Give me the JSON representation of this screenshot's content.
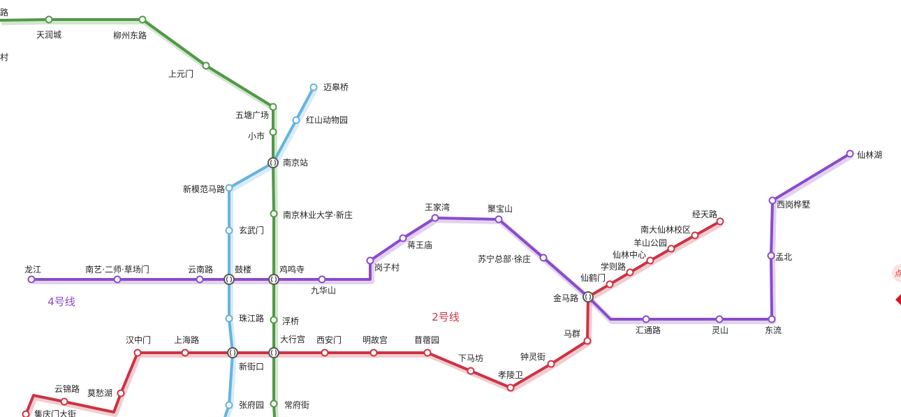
{
  "colors": {
    "line1": "#4f9a45",
    "line2": "#cc3344",
    "line3": "#66b3e0",
    "line4": "#8a4bcc",
    "station_fill": "#ffffff",
    "transfer_stroke": "#555555"
  },
  "line_labels": [
    {
      "id": "line4",
      "text": "4号线",
      "color": "#8a4bcc"
    },
    {
      "id": "line2",
      "text": "2号线",
      "color": "#cc3344"
    }
  ],
  "edge_labels": {
    "left_top": "路",
    "left_village": "村",
    "right_partial": "点"
  },
  "stations": [
    {
      "id": "tianruncheng",
      "name": "天润城"
    },
    {
      "id": "liuzhoudonglu",
      "name": "柳州东路"
    },
    {
      "id": "shangyuanmen",
      "name": "上元门"
    },
    {
      "id": "wutangguangchang",
      "name": "五塘广场"
    },
    {
      "id": "xiaoshi",
      "name": "小市"
    },
    {
      "id": "nanjingzhan",
      "name": "南京站"
    },
    {
      "id": "linyedaxue",
      "name": "南京林业大学·新庄"
    },
    {
      "id": "jimingsi",
      "name": "鸡鸣寺"
    },
    {
      "id": "fuqiao",
      "name": "浮桥"
    },
    {
      "id": "daxinggong",
      "name": "大行宫"
    },
    {
      "id": "changfujie",
      "name": "常府街"
    },
    {
      "id": "maigaoqiao",
      "name": "迈皋桥"
    },
    {
      "id": "hongshan",
      "name": "红山动物园"
    },
    {
      "id": "xinmofan",
      "name": "新模范马路"
    },
    {
      "id": "xuanwumen",
      "name": "玄武门"
    },
    {
      "id": "gulou",
      "name": "鼓楼"
    },
    {
      "id": "zhujianglu",
      "name": "珠江路"
    },
    {
      "id": "xinjiekou",
      "name": "新街口"
    },
    {
      "id": "zhangfuyuan",
      "name": "张府园"
    },
    {
      "id": "longjiang",
      "name": "龙江"
    },
    {
      "id": "nanyi",
      "name": "南艺·二师·草场门"
    },
    {
      "id": "yunnanlu",
      "name": "云南路"
    },
    {
      "id": "jiuhuashan",
      "name": "九华山"
    },
    {
      "id": "gangzicun",
      "name": "岗子村"
    },
    {
      "id": "jiangwangmiao",
      "name": "蒋王庙"
    },
    {
      "id": "wangjiawan",
      "name": "王家湾"
    },
    {
      "id": "jubaoshan",
      "name": "聚宝山"
    },
    {
      "id": "suning",
      "name": "苏宁总部·徐庄"
    },
    {
      "id": "jinmalu",
      "name": "金马路"
    },
    {
      "id": "huitonglu",
      "name": "汇通路"
    },
    {
      "id": "lingshan",
      "name": "灵山"
    },
    {
      "id": "dongliu",
      "name": "东流"
    },
    {
      "id": "mengbei",
      "name": "孟北"
    },
    {
      "id": "xigang",
      "name": "西岗桦墅"
    },
    {
      "id": "xianlinhu",
      "name": "仙林湖"
    },
    {
      "id": "jicuiji",
      "name": "集庆门大街"
    },
    {
      "id": "yunjinlu",
      "name": "云锦路"
    },
    {
      "id": "mochouhu",
      "name": "莫愁湖"
    },
    {
      "id": "hanzhongmen",
      "name": "汉中门"
    },
    {
      "id": "shanghailu",
      "name": "上海路"
    },
    {
      "id": "xianmen",
      "name": "西安门"
    },
    {
      "id": "minggugong",
      "name": "明故宫"
    },
    {
      "id": "muxuyuan",
      "name": "苜蓿园"
    },
    {
      "id": "xiamafang",
      "name": "下马坊"
    },
    {
      "id": "xiaolingwei",
      "name": "孝陵卫"
    },
    {
      "id": "zhonglingjie",
      "name": "钟灵街"
    },
    {
      "id": "maqun",
      "name": "马群"
    },
    {
      "id": "xianhemen",
      "name": "仙鹤门"
    },
    {
      "id": "xuezelu",
      "name": "学则路"
    },
    {
      "id": "xianlinzhongxin",
      "name": "仙林中心"
    },
    {
      "id": "yangshangongyuan",
      "name": "羊山公园"
    },
    {
      "id": "nandaxianlin",
      "name": "南大仙林校区"
    },
    {
      "id": "jingtianlu",
      "name": "经天路"
    }
  ]
}
